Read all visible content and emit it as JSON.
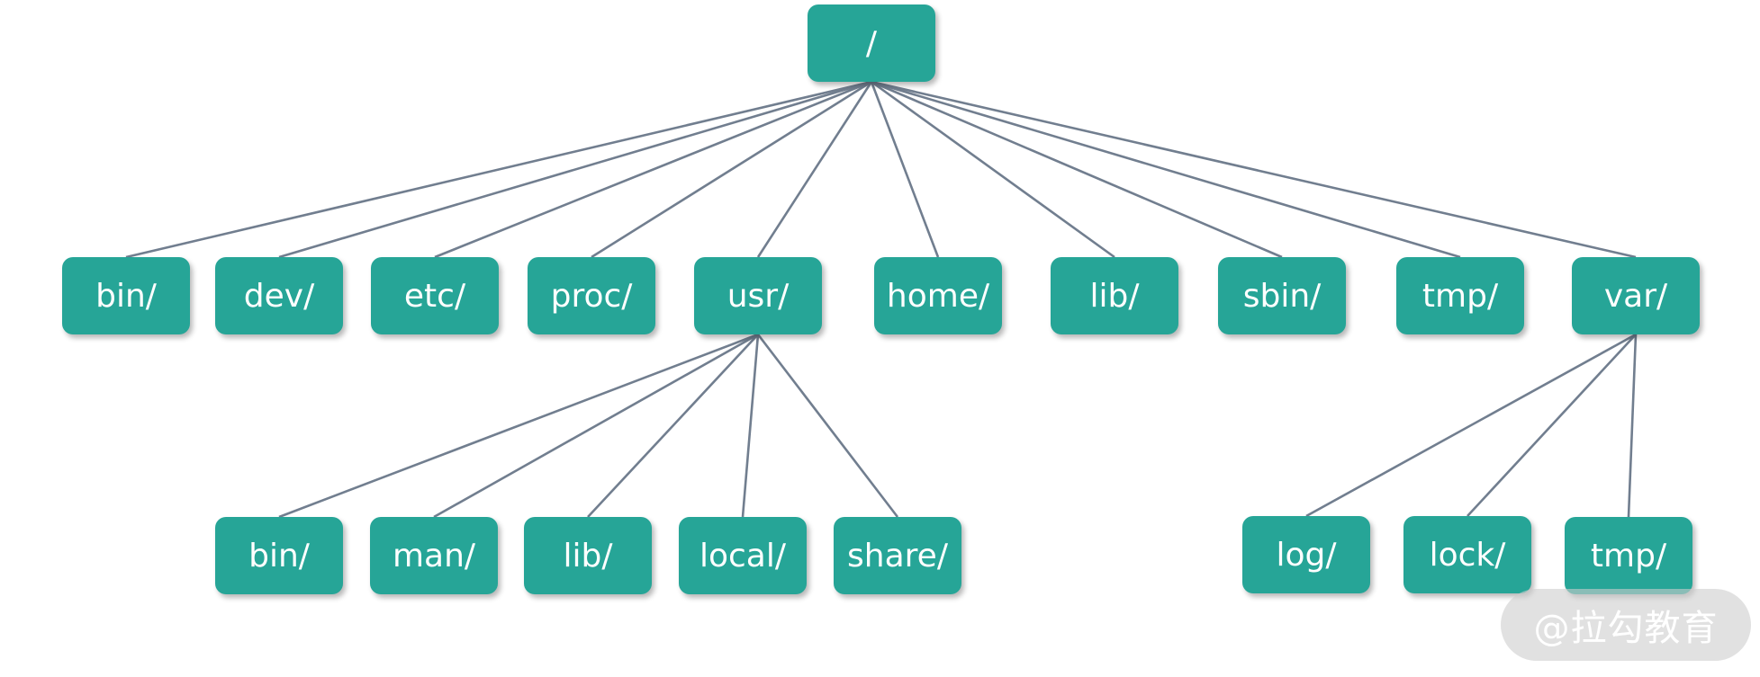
{
  "diagram": {
    "root": {
      "id": "root",
      "label": "/"
    },
    "children": [
      {
        "id": "bin",
        "label": "bin/"
      },
      {
        "id": "dev",
        "label": "dev/"
      },
      {
        "id": "etc",
        "label": "etc/"
      },
      {
        "id": "proc",
        "label": "proc/"
      },
      {
        "id": "usr",
        "label": "usr/",
        "children": [
          {
            "id": "usr-bin",
            "label": "bin/"
          },
          {
            "id": "usr-man",
            "label": "man/"
          },
          {
            "id": "usr-lib",
            "label": "lib/"
          },
          {
            "id": "usr-local",
            "label": "local/"
          },
          {
            "id": "usr-share",
            "label": "share/"
          }
        ]
      },
      {
        "id": "home",
        "label": "home/"
      },
      {
        "id": "lib",
        "label": "lib/"
      },
      {
        "id": "sbin",
        "label": "sbin/"
      },
      {
        "id": "tmp",
        "label": "tmp/"
      },
      {
        "id": "var",
        "label": "var/",
        "children": [
          {
            "id": "var-log",
            "label": "log/"
          },
          {
            "id": "var-lock",
            "label": "lock/"
          },
          {
            "id": "var-tmp",
            "label": "tmp/"
          }
        ]
      }
    ]
  },
  "colors": {
    "node_fill": "#26a597",
    "node_text": "#ffffff",
    "edge": "#717e8f"
  },
  "watermark": "@拉勾教育"
}
